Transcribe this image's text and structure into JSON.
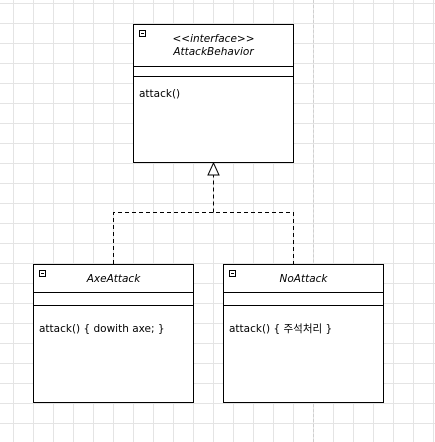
{
  "diagram": {
    "interface": {
      "stereotype": "<<interface>>",
      "name": "AttackBehavior",
      "operation": "attack()"
    },
    "classes": [
      {
        "name": "AxeAttack",
        "operation": "attack() { dowith axe; }"
      },
      {
        "name": "NoAttack",
        "operation": "attack() { 주석처리 }"
      }
    ],
    "relationship": "realization"
  }
}
